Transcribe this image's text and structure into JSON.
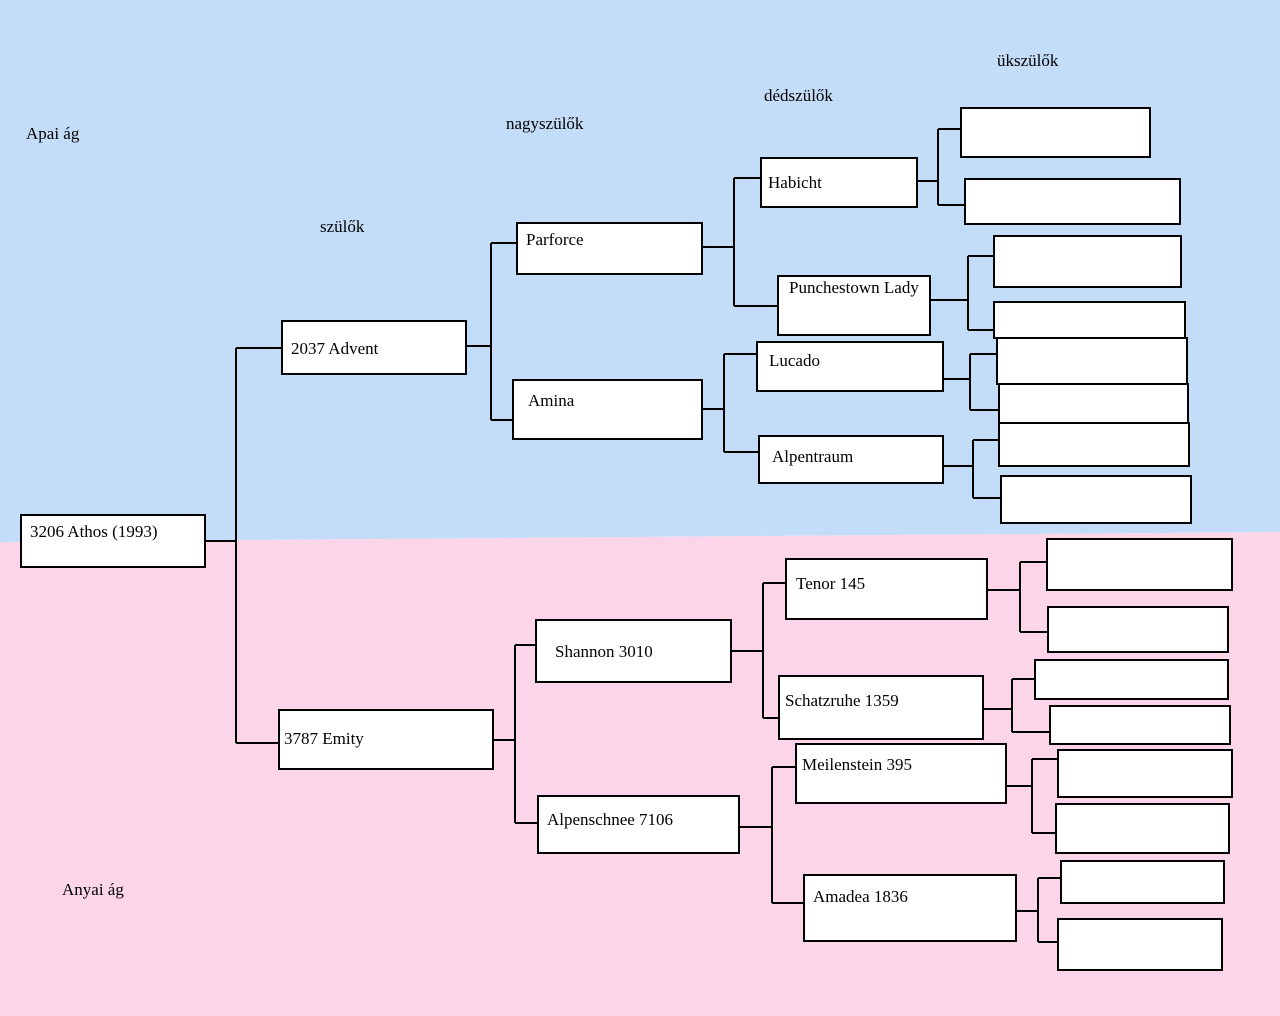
{
  "colors": {
    "paternal_bg": "#c3ddf9",
    "maternal_bg": "#fcd6e8",
    "line": "#000000",
    "box_fill": "#ffffff"
  },
  "labels": {
    "paternal": "Apai ág",
    "maternal": "Anyai ág",
    "parents": "szülők",
    "grandparents": "nagyszülők",
    "great_grandparents": "dédszülők",
    "great_great_grandparents": "ükszülők"
  },
  "tree": {
    "subject": "3206 Athos (1993)",
    "sire": {
      "name": "2037 Advent",
      "sire": {
        "name": "Parforce",
        "sire": "Habicht",
        "dam": "Punchestown Lady"
      },
      "dam": {
        "name": "Amina",
        "sire": "Lucado",
        "dam": "Alpentraum"
      }
    },
    "dam": {
      "name": "3787 Emity",
      "sire": {
        "name": "Shannon 3010",
        "sire": "Tenor 145",
        "dam": "Schatzruhe 1359"
      },
      "dam": {
        "name": "Alpenschnee 7106",
        "sire": "Meilenstein 395",
        "dam": "Amadea 1836"
      }
    },
    "great_great_grandparents": [
      "",
      "",
      "",
      "",
      "",
      "",
      "",
      "",
      "",
      "",
      "",
      "",
      "",
      "",
      "",
      ""
    ]
  }
}
